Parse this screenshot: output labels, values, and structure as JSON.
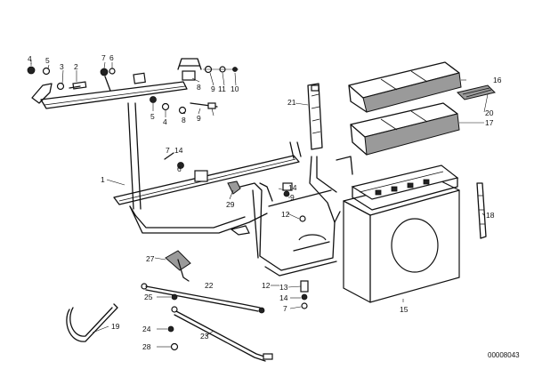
{
  "diagram": {
    "reference_number": "00008043",
    "callouts": [
      {
        "id": "c4a",
        "text": "4"
      },
      {
        "id": "c5",
        "text": "5"
      },
      {
        "id": "c3",
        "text": "3"
      },
      {
        "id": "c2",
        "text": "2"
      },
      {
        "id": "c7a",
        "text": "7"
      },
      {
        "id": "c6a",
        "text": "6"
      },
      {
        "id": "c8a",
        "text": "8"
      },
      {
        "id": "c9a",
        "text": "9"
      },
      {
        "id": "c11",
        "text": "11"
      },
      {
        "id": "c10",
        "text": "10"
      },
      {
        "id": "c5b",
        "text": "5"
      },
      {
        "id": "c4b",
        "text": "4"
      },
      {
        "id": "c8b",
        "text": "8"
      },
      {
        "id": "c9b",
        "text": "9"
      },
      {
        "id": "c7b",
        "text": "7"
      },
      {
        "id": "c14a",
        "text": "14"
      },
      {
        "id": "c6b",
        "text": "6"
      },
      {
        "id": "c1",
        "text": "1"
      },
      {
        "id": "c29",
        "text": "29"
      },
      {
        "id": "c21",
        "text": "21"
      },
      {
        "id": "c16",
        "text": "16"
      },
      {
        "id": "c20",
        "text": "20"
      },
      {
        "id": "c17",
        "text": "17"
      },
      {
        "id": "c14b",
        "text": "14"
      },
      {
        "id": "c9c",
        "text": "9"
      },
      {
        "id": "c12a",
        "text": "12"
      },
      {
        "id": "c18",
        "text": "18"
      },
      {
        "id": "c27",
        "text": "27"
      },
      {
        "id": "c22",
        "text": "22"
      },
      {
        "id": "c12b",
        "text": "12"
      },
      {
        "id": "c13",
        "text": "13"
      },
      {
        "id": "c14c",
        "text": "14"
      },
      {
        "id": "c7c",
        "text": "7"
      },
      {
        "id": "c15",
        "text": "15"
      },
      {
        "id": "c25",
        "text": "25"
      },
      {
        "id": "c19",
        "text": "19"
      },
      {
        "id": "c23",
        "text": "23"
      },
      {
        "id": "c24",
        "text": "24"
      },
      {
        "id": "c28",
        "text": "28"
      }
    ]
  }
}
